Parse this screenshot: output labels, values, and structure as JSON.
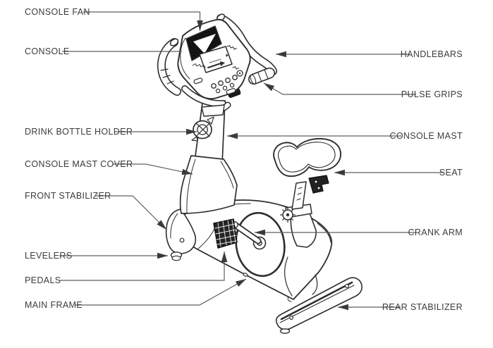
{
  "diagram": {
    "type": "labeled-parts-diagram",
    "subject": "upright exercise bike",
    "labels": {
      "console_fan": "CONSOLE FAN",
      "console": "CONSOLE",
      "drink_bottle_holder": "DRINK BOTTLE HOLDER",
      "console_mast_cover": "CONSOLE MAST COVER",
      "front_stabilizer": "FRONT STABILIZER",
      "levelers": "LEVELERS",
      "pedals": "PEDALS",
      "main_frame": "MAIN FRAME",
      "handlebars": "HANDLEBARS",
      "pulse_grips": "PULSE GRIPS",
      "console_mast": "CONSOLE MAST",
      "seat": "SEAT",
      "crank_arm": "CRANK ARM",
      "rear_stabilizer": "REAR STABILIZER"
    },
    "colors": {
      "background": "#ffffff",
      "line_art": "#2e2e2e",
      "leader_line": "#5f5f5f",
      "arrowhead": "#3a3a3a",
      "label_text": "#3b3b41",
      "fan_fill": "#141414",
      "pedal_fill": "#242424"
    }
  }
}
